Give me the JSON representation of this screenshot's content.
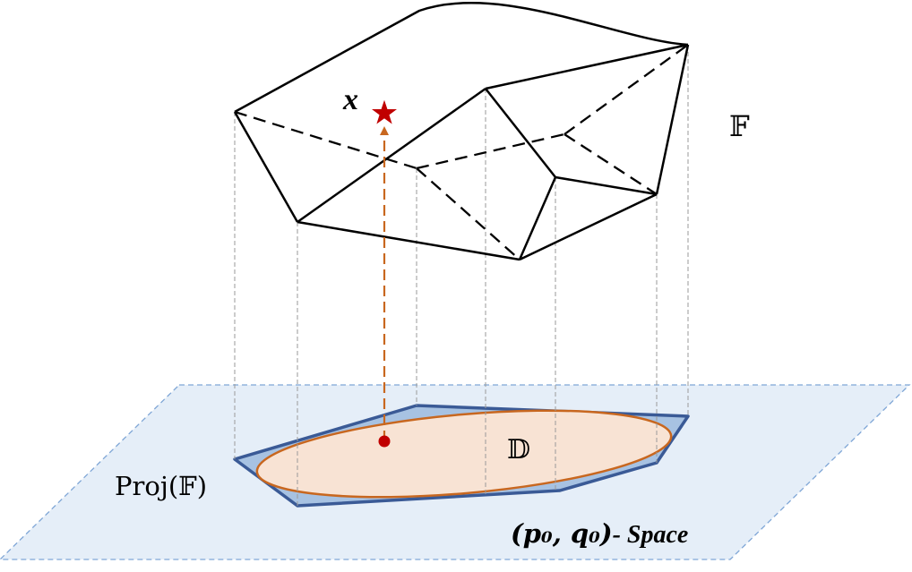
{
  "labels": {
    "x_point": "x",
    "feasible_set": "𝔽",
    "projection": "Proj(𝔽)",
    "domain": "𝔻",
    "space_math": "(p₀, q₀)",
    "space_suffix": "- Space"
  },
  "colors": {
    "plane_fill": "#e5eef8",
    "plane_stroke": "#7fa6d6",
    "polygon_fill": "#a7c2e2",
    "polygon_stroke": "#3a5a96",
    "ellipse_fill": "#f8e3d4",
    "ellipse_stroke": "#c8671f",
    "arrow": "#c8671f",
    "star": "#c00000",
    "dot": "#c00000",
    "surface_stroke": "#000000",
    "projection_lines": "#9a9a9a"
  }
}
